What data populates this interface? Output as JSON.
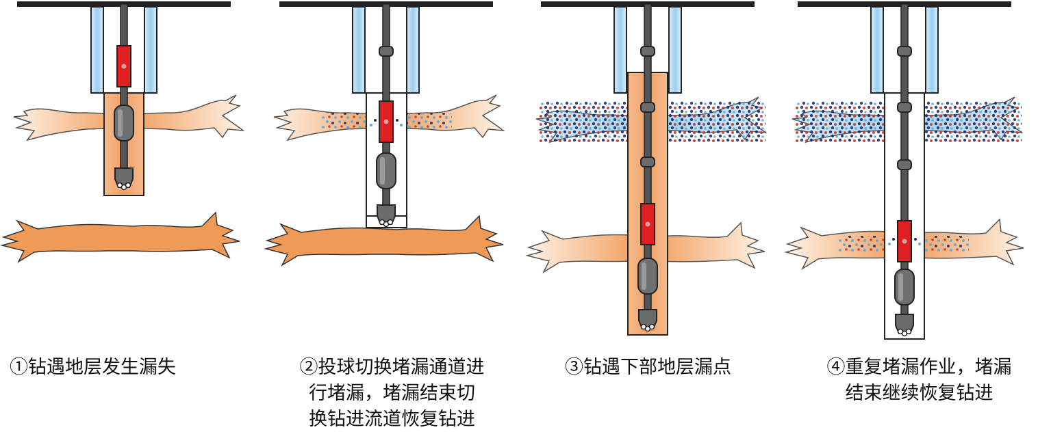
{
  "panels": [
    {
      "id": "p1",
      "caption": "①钻遇地层发生漏失"
    },
    {
      "id": "p2",
      "caption": "②投球切换堵漏通道进\n行堵漏，堵漏结束切\n换钻进流道恢复钻进"
    },
    {
      "id": "p3",
      "caption": "③钻遇下部地层漏点"
    },
    {
      "id": "p4",
      "caption": "④重复堵漏作业，堵漏\n结束继续恢复钻进"
    }
  ],
  "colors": {
    "orange": "#ef9a57",
    "orange_light": "#fbe0c9",
    "casing_blue": "#a9d6f0",
    "pipe": "#555555",
    "red_tool": "#e02020",
    "dot_blue": "#5aa9de",
    "dot_navy": "#1f2a6e",
    "dot_red": "#c0392b"
  }
}
